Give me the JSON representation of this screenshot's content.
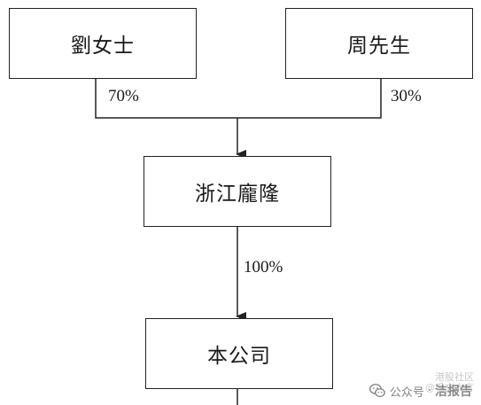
{
  "diagram": {
    "shareholders": [
      {
        "name": "劉女士",
        "stake": "70%"
      },
      {
        "name": "周先生",
        "stake": "30%"
      }
    ],
    "intermediate": {
      "name": "浙江龐隆",
      "stake": "100%"
    },
    "company": {
      "name": "本公司"
    }
  },
  "watermark": {
    "icon": "wechat-icon",
    "label": "公众号",
    "separator": "·",
    "name": "洁报告",
    "overlay_line1": "港股社区",
    "overlay_line2": "@毛文大言"
  },
  "colors": {
    "line": "#222222",
    "box_border": "#222222",
    "watermark": "#6d6d6d"
  }
}
